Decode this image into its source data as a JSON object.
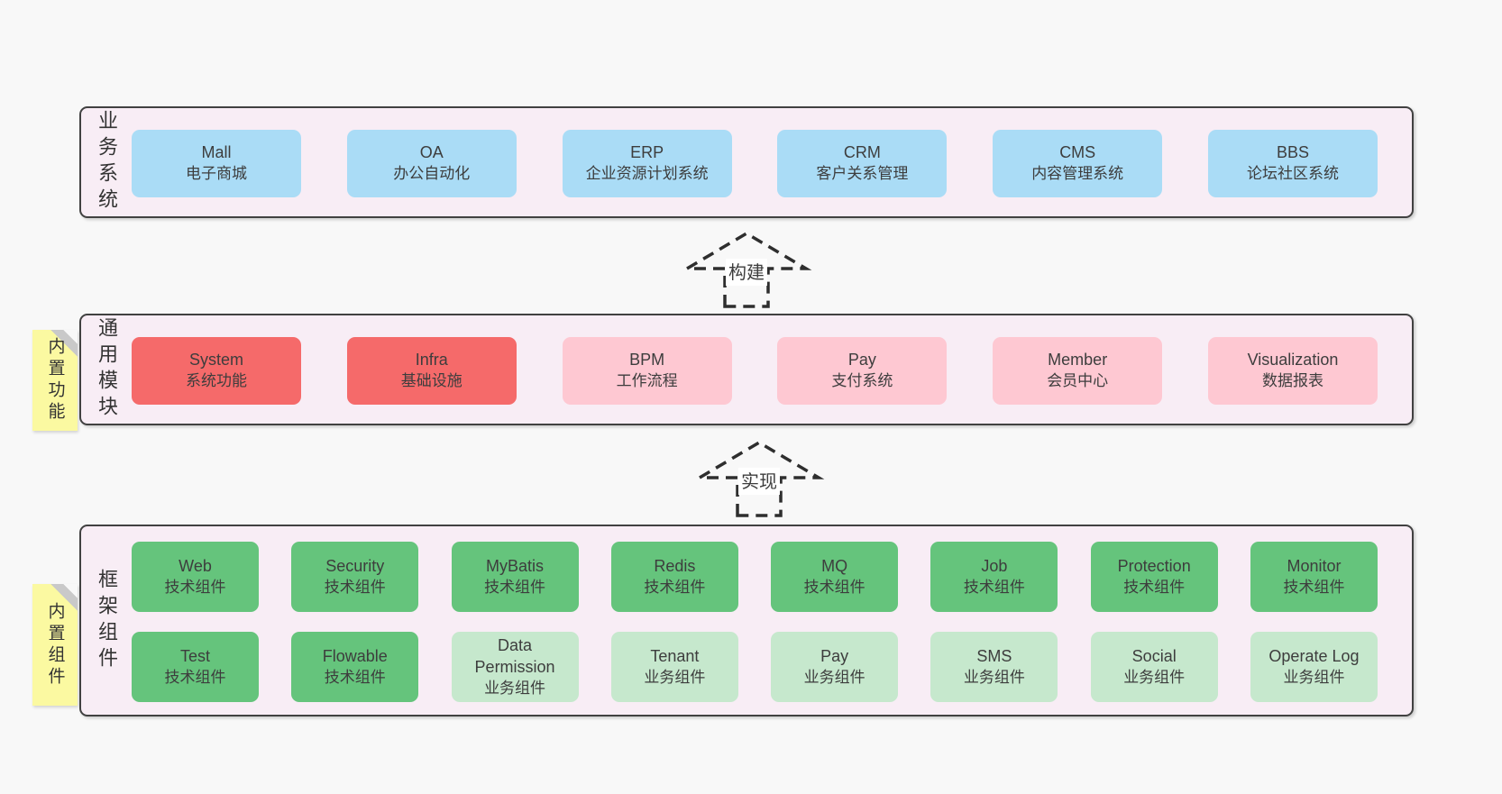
{
  "colors": {
    "page_bg": "#f8f8f8",
    "band_bg": "#f8edf5",
    "band_border": "#414141",
    "blue": "#aadcf6",
    "red": "#f56a6a",
    "pink": "#fec8d2",
    "green": "#65c47c",
    "light_green": "#c6e8cd",
    "sticky_yellow": "#fbf9a1",
    "sticky_fold": "#c9c9c9",
    "text": "#3d3d3d",
    "label_text": "#333333",
    "arrow_stroke": "#2e2e2e"
  },
  "bands": [
    {
      "label": "业务系统",
      "boxes": [
        {
          "title": "Mall",
          "subtitle": "电子商城"
        },
        {
          "title": "OA",
          "subtitle": "办公自动化"
        },
        {
          "title": "ERP",
          "subtitle": "企业资源计划系统"
        },
        {
          "title": "CRM",
          "subtitle": "客户关系管理"
        },
        {
          "title": "CMS",
          "subtitle": "内容管理系统"
        },
        {
          "title": "BBS",
          "subtitle": "论坛社区系统"
        }
      ]
    },
    {
      "label": "通用模块",
      "sticky": "内置功能",
      "boxes": [
        {
          "title": "System",
          "subtitle": "系统功能"
        },
        {
          "title": "Infra",
          "subtitle": "基础设施"
        },
        {
          "title": "BPM",
          "subtitle": "工作流程"
        },
        {
          "title": "Pay",
          "subtitle": "支付系统"
        },
        {
          "title": "Member",
          "subtitle": "会员中心"
        },
        {
          "title": "Visualization",
          "subtitle": "数据报表"
        }
      ]
    },
    {
      "label": "框架组件",
      "sticky": "内置组件",
      "rows": [
        [
          {
            "title": "Web",
            "subtitle": "技术组件"
          },
          {
            "title": "Security",
            "subtitle": "技术组件"
          },
          {
            "title": "MyBatis",
            "subtitle": "技术组件"
          },
          {
            "title": "Redis",
            "subtitle": "技术组件"
          },
          {
            "title": "MQ",
            "subtitle": "技术组件"
          },
          {
            "title": "Job",
            "subtitle": "技术组件"
          },
          {
            "title": "Protection",
            "subtitle": "技术组件"
          },
          {
            "title": "Monitor",
            "subtitle": "技术组件"
          }
        ],
        [
          {
            "title": "Test",
            "subtitle": "技术组件"
          },
          {
            "title": "Flowable",
            "subtitle": "技术组件"
          },
          {
            "title": "Data Permission",
            "subtitle": "业务组件"
          },
          {
            "title": "Tenant",
            "subtitle": "业务组件"
          },
          {
            "title": "Pay",
            "subtitle": "业务组件"
          },
          {
            "title": "SMS",
            "subtitle": "业务组件"
          },
          {
            "title": "Social",
            "subtitle": "业务组件"
          },
          {
            "title": "Operate Log",
            "subtitle": "业务组件"
          }
        ]
      ]
    }
  ],
  "arrows": [
    {
      "label": "构建"
    },
    {
      "label": "实现"
    }
  ]
}
